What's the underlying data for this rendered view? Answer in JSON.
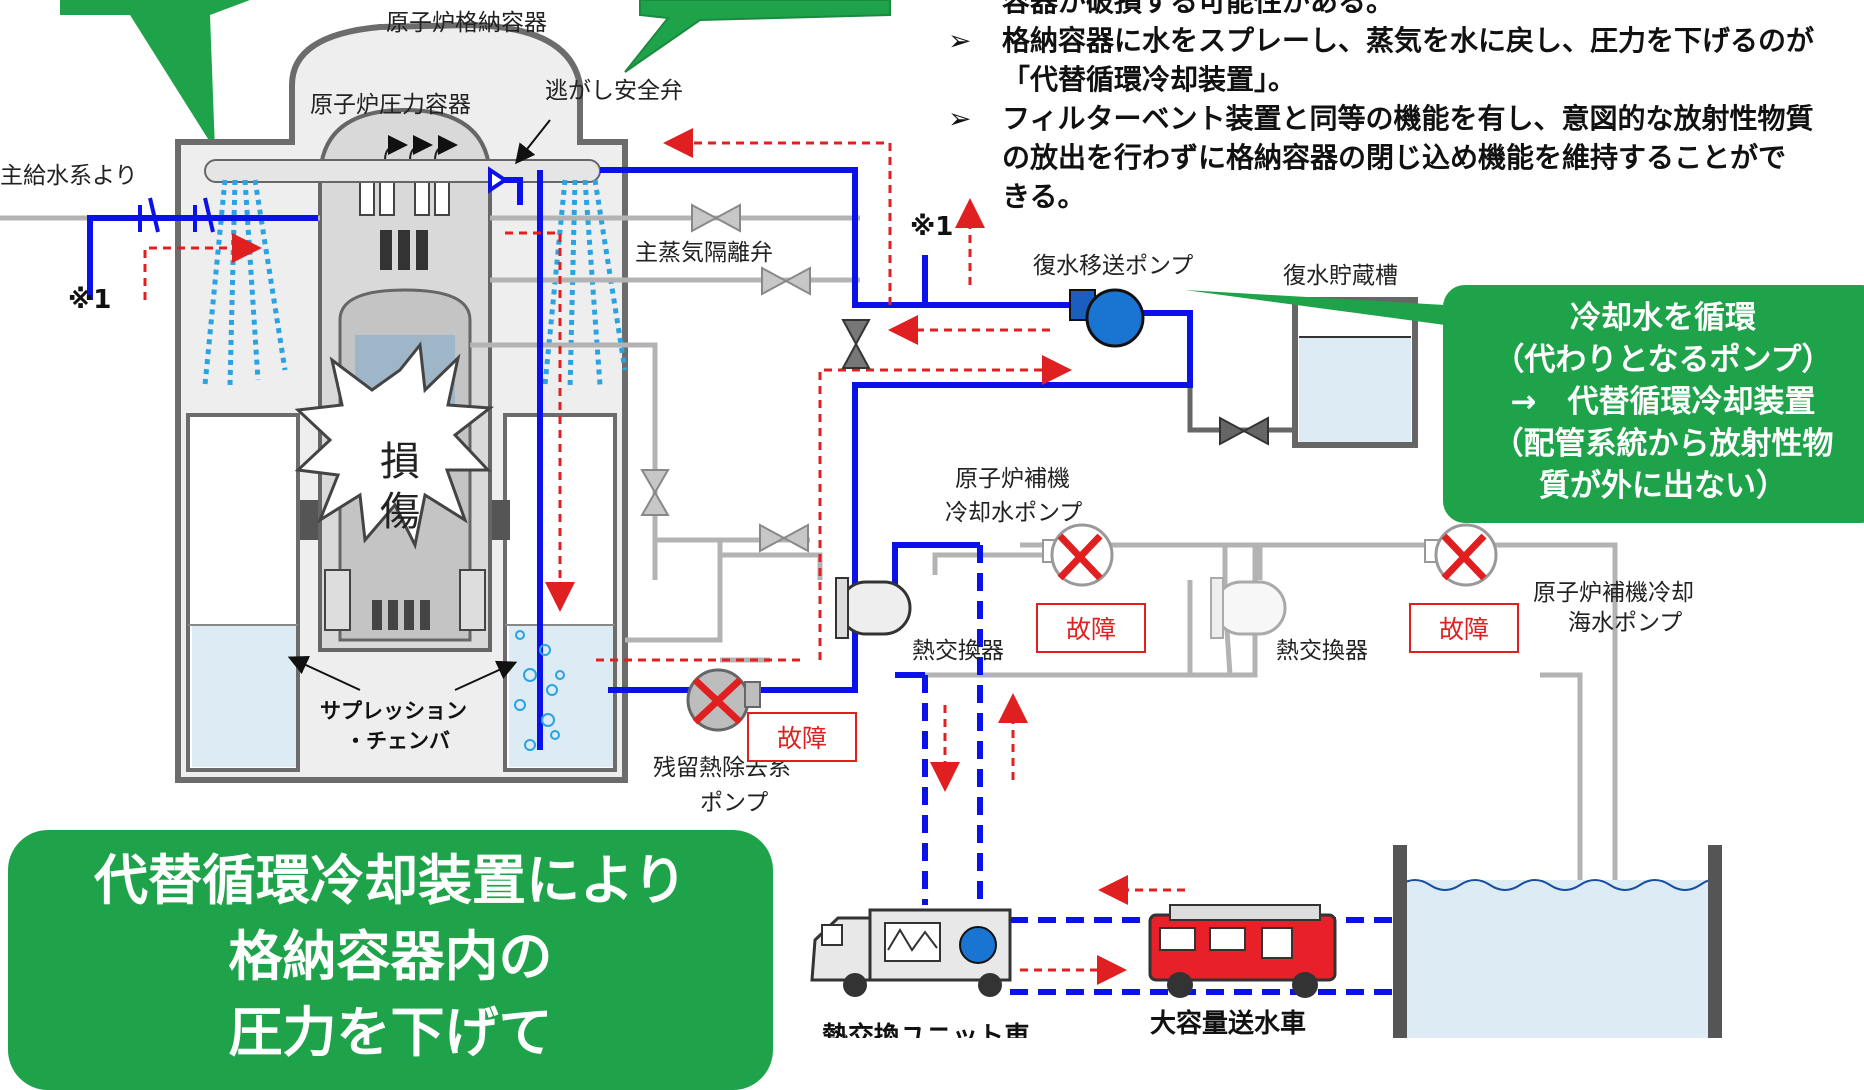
{
  "labels": {
    "containment_vessel": "原子炉格納容器",
    "pressure_vessel": "原子炉圧力容器",
    "relief_valve": "逃がし安全弁",
    "feedwater": "主給水系より",
    "note_mark": "※1",
    "msiv": "主蒸気隔離弁",
    "damage_1": "損",
    "damage_2": "傷",
    "suppression_1": "サプレッション",
    "suppression_2": "・チェンバ",
    "condensate_pump": "復水移送ポンプ",
    "condensate_tank": "復水貯蔵槽",
    "rccw_pump_1": "原子炉補機",
    "rccw_pump_2": "冷却水ポンプ",
    "rhr_pump_1": "残留熱除去系",
    "rhr_pump_2": "ポンプ",
    "heat_exchanger": "熱交換器",
    "seawater_pump_1": "原子炉補機冷却",
    "seawater_pump_2": "海水ポンプ",
    "fault": "故障",
    "hx_unit_truck": "熱交換ユニット車",
    "water_truck": "大容量送水車"
  },
  "bullets": [
    {
      "mark": "",
      "text": "容器が破損する可能性がある。"
    },
    {
      "mark": "➢",
      "text": "格納容器に水をスプレーし、蒸気を水に戻し、圧力を下げるのが"
    },
    {
      "mark": "",
      "text": "「代替循環冷却装置」。"
    },
    {
      "mark": "➢",
      "text": "フィルターベント装置と同等の機能を有し、意図的な放射性物質"
    },
    {
      "mark": "",
      "text": "の放出を行わずに格納容器の閉じ込め機能を維持することがで"
    },
    {
      "mark": "",
      "text": "きる。"
    }
  ],
  "callout_right": [
    "冷却水を循環",
    "（代わりとなるポンプ）",
    "→　代替循環冷却装置",
    "（配管系統から放射性物",
    "質が外に出ない）"
  ],
  "callout_bottom": [
    "代替循環冷却装置により",
    "格納容器内の",
    "圧力を下げて"
  ],
  "colors": {
    "callout_green": "#1ea34a",
    "active_pipe": "#0a12e8",
    "inactive_pipe": "#b3b3b3",
    "flow_arrow": "#e02020",
    "water": "#dcebf4"
  }
}
